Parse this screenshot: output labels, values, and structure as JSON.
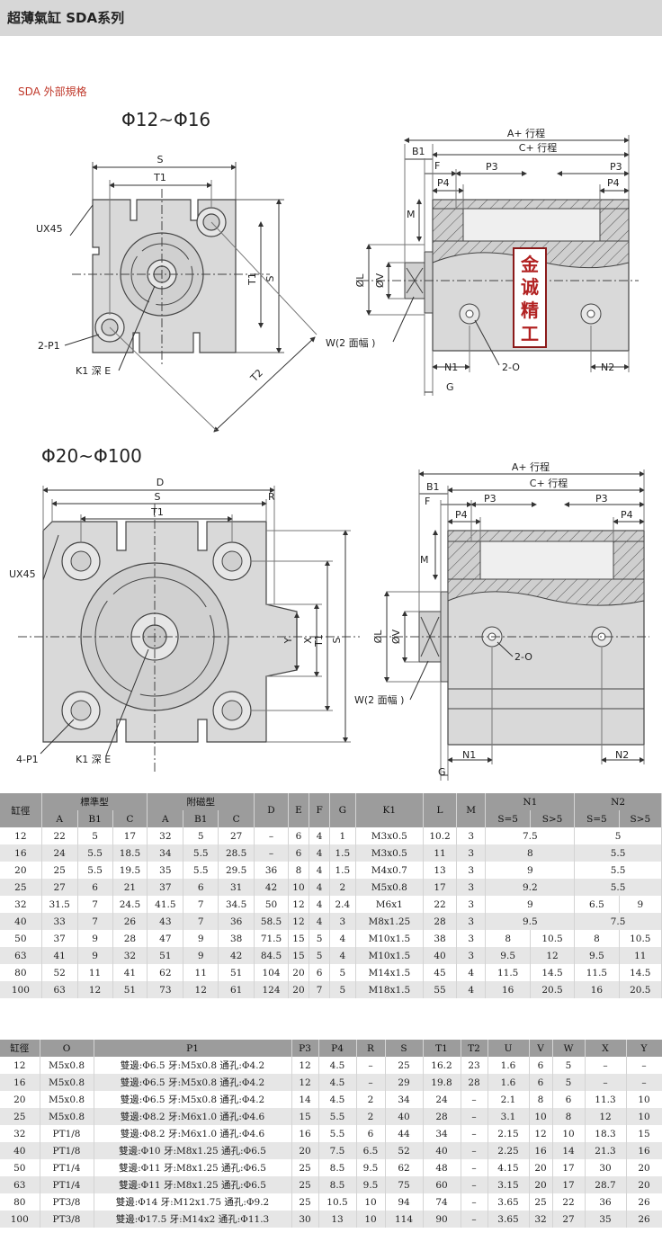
{
  "header": {
    "title": "超薄氣缸 SDA系列"
  },
  "section": {
    "subtitle": "SDA 外部規格"
  },
  "drawing1": {
    "title": "Φ12~Φ16",
    "front": {
      "S": "S",
      "T1": "T1",
      "UX45": "UX45",
      "T1v": "T1",
      "Sv": "S",
      "P1": "2-P1",
      "K1": "K1 深 E",
      "T2": "T2"
    },
    "side": {
      "A": "A+ 行程",
      "C": "C+ 行程",
      "B1": "B1",
      "F": "F",
      "P3a": "P3",
      "P3b": "P3",
      "P4a": "P4",
      "P4b": "P4",
      "M": "M",
      "L": "ØL",
      "V": "ØV",
      "W": "W(2 面幅 )",
      "N1": "N1",
      "O": "2-O",
      "N2": "N2",
      "G": "G"
    },
    "stamp": [
      "金",
      "诚",
      "精",
      "工"
    ]
  },
  "drawing2": {
    "title": "Φ20~Φ100",
    "front": {
      "D": "D",
      "S": "S",
      "R": "R",
      "T1": "T1",
      "UX45": "UX45",
      "Y": "Y",
      "X": "X",
      "T1v": "T1",
      "Sv": "S",
      "P1": "4-P1",
      "K1": "K1 深 E"
    },
    "side": {
      "A": "A+ 行程",
      "C": "C+ 行程",
      "B1": "B1",
      "F": "F",
      "P3a": "P3",
      "P3b": "P3",
      "P4a": "P4",
      "P4b": "P4",
      "M": "M",
      "L": "ØL",
      "V": "ØV",
      "O": "2-O",
      "W": "W(2 面幅 )",
      "N1": "N1",
      "N2": "N2",
      "G": "G"
    }
  },
  "table1": {
    "head1": {
      "bore": "缸徑",
      "std": "標準型",
      "mag": "附磁型",
      "D": "D",
      "E": "E",
      "F": "F",
      "G": "G",
      "K1": "K1",
      "L": "L",
      "M": "M",
      "N1": "N1",
      "N2": "N2"
    },
    "head2": [
      "A",
      "B1",
      "C",
      "A",
      "B1",
      "C",
      "S=5",
      "S>5",
      "S=5",
      "S>5"
    ],
    "rows": [
      [
        "12",
        "22",
        "5",
        "17",
        "32",
        "5",
        "27",
        "–",
        "6",
        "4",
        "1",
        "M3x0.5",
        "10.2",
        "3",
        "7.5",
        "",
        "5",
        ""
      ],
      [
        "16",
        "24",
        "5.5",
        "18.5",
        "34",
        "5.5",
        "28.5",
        "–",
        "6",
        "4",
        "1.5",
        "M3x0.5",
        "11",
        "3",
        "8",
        "",
        "5.5",
        ""
      ],
      [
        "20",
        "25",
        "5.5",
        "19.5",
        "35",
        "5.5",
        "29.5",
        "36",
        "8",
        "4",
        "1.5",
        "M4x0.7",
        "13",
        "3",
        "9",
        "",
        "5.5",
        ""
      ],
      [
        "25",
        "27",
        "6",
        "21",
        "37",
        "6",
        "31",
        "42",
        "10",
        "4",
        "2",
        "M5x0.8",
        "17",
        "3",
        "9.2",
        "",
        "5.5",
        ""
      ],
      [
        "32",
        "31.5",
        "7",
        "24.5",
        "41.5",
        "7",
        "34.5",
        "50",
        "12",
        "4",
        "2.4",
        "M6x1",
        "22",
        "3",
        "9",
        "",
        "6.5",
        "9"
      ],
      [
        "40",
        "33",
        "7",
        "26",
        "43",
        "7",
        "36",
        "58.5",
        "12",
        "4",
        "3",
        "M8x1.25",
        "28",
        "3",
        "9.5",
        "",
        "7.5",
        ""
      ],
      [
        "50",
        "37",
        "9",
        "28",
        "47",
        "9",
        "38",
        "71.5",
        "15",
        "5",
        "4",
        "M10x1.5",
        "38",
        "3",
        "8",
        "10.5",
        "8",
        "10.5"
      ],
      [
        "63",
        "41",
        "9",
        "32",
        "51",
        "9",
        "42",
        "84.5",
        "15",
        "5",
        "4",
        "M10x1.5",
        "40",
        "3",
        "9.5",
        "12",
        "9.5",
        "11"
      ],
      [
        "80",
        "52",
        "11",
        "41",
        "62",
        "11",
        "51",
        "104",
        "20",
        "6",
        "5",
        "M14x1.5",
        "45",
        "4",
        "11.5",
        "14.5",
        "11.5",
        "14.5"
      ],
      [
        "100",
        "63",
        "12",
        "51",
        "73",
        "12",
        "61",
        "124",
        "20",
        "7",
        "5",
        "M18x1.5",
        "55",
        "4",
        "16",
        "20.5",
        "16",
        "20.5"
      ]
    ]
  },
  "table2": {
    "head": [
      "缸徑",
      "O",
      "P1",
      "P3",
      "P4",
      "R",
      "S",
      "T1",
      "T2",
      "U",
      "V",
      "W",
      "X",
      "Y"
    ],
    "rows": [
      [
        "12",
        "M5x0.8",
        "雙邊:Φ6.5 牙:M5x0.8 通孔:Φ4.2",
        "12",
        "4.5",
        "–",
        "25",
        "16.2",
        "23",
        "1.6",
        "6",
        "5",
        "–",
        "–"
      ],
      [
        "16",
        "M5x0.8",
        "雙邊:Φ6.5 牙:M5x0.8 通孔:Φ4.2",
        "12",
        "4.5",
        "–",
        "29",
        "19.8",
        "28",
        "1.6",
        "6",
        "5",
        "–",
        "–"
      ],
      [
        "20",
        "M5x0.8",
        "雙邊:Φ6.5 牙:M5x0.8 通孔:Φ4.2",
        "14",
        "4.5",
        "2",
        "34",
        "24",
        "–",
        "2.1",
        "8",
        "6",
        "11.3",
        "10"
      ],
      [
        "25",
        "M5x0.8",
        "雙邊:Φ8.2 牙:M6x1.0 通孔:Φ4.6",
        "15",
        "5.5",
        "2",
        "40",
        "28",
        "–",
        "3.1",
        "10",
        "8",
        "12",
        "10"
      ],
      [
        "32",
        "PT1/8",
        "雙邊:Φ8.2 牙:M6x1.0 通孔:Φ4.6",
        "16",
        "5.5",
        "6",
        "44",
        "34",
        "–",
        "2.15",
        "12",
        "10",
        "18.3",
        "15"
      ],
      [
        "40",
        "PT1/8",
        "雙邊:Φ10 牙:M8x1.25 通孔:Φ6.5",
        "20",
        "7.5",
        "6.5",
        "52",
        "40",
        "–",
        "2.25",
        "16",
        "14",
        "21.3",
        "16"
      ],
      [
        "50",
        "PT1/4",
        "雙邊:Φ11 牙:M8x1.25 通孔:Φ6.5",
        "25",
        "8.5",
        "9.5",
        "62",
        "48",
        "–",
        "4.15",
        "20",
        "17",
        "30",
        "20"
      ],
      [
        "63",
        "PT1/4",
        "雙邊:Φ11 牙:M8x1.25 通孔:Φ6.5",
        "25",
        "8.5",
        "9.5",
        "75",
        "60",
        "–",
        "3.15",
        "20",
        "17",
        "28.7",
        "20"
      ],
      [
        "80",
        "PT3/8",
        "雙邊:Φ14 牙:M12x1.75 通孔:Φ9.2",
        "25",
        "10.5",
        "10",
        "94",
        "74",
        "–",
        "3.65",
        "25",
        "22",
        "36",
        "26"
      ],
      [
        "100",
        "PT3/8",
        "雙邊:Φ17.5 牙:M14x2 通孔:Φ11.3",
        "30",
        "13",
        "10",
        "114",
        "90",
        "–",
        "3.65",
        "32",
        "27",
        "35",
        "26"
      ]
    ]
  }
}
